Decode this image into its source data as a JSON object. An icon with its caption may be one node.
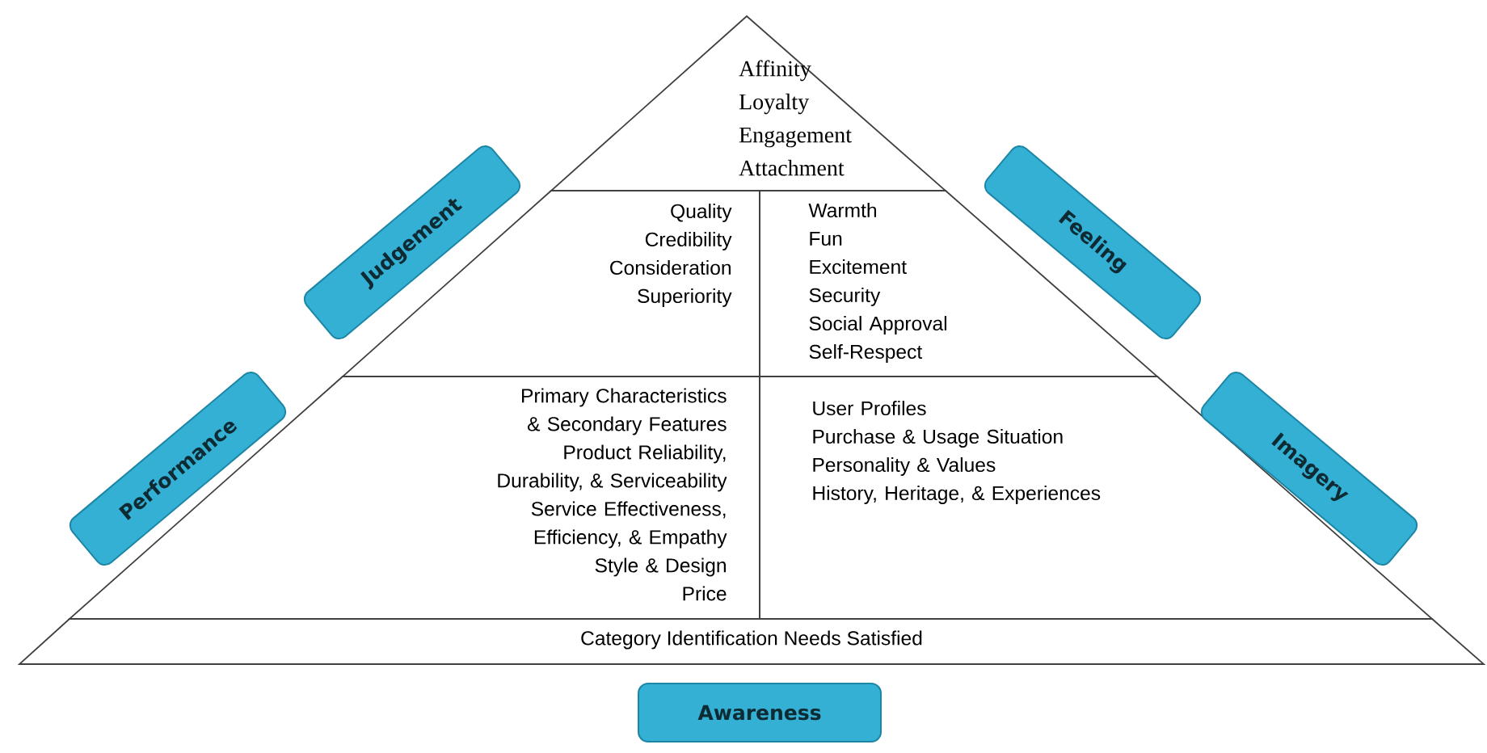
{
  "diagram": {
    "nodes": [
      {
        "text": [
          "Affinity",
          "Loyalty",
          "Engagement",
          "Attachment"
        ]
      },
      {
        "text": [
          "Quality",
          "Credibility",
          "Consideration",
          "Superiority"
        ]
      },
      {
        "text": [
          "Warmth",
          "Fun",
          "Excitement",
          "Security",
          "Social Approval",
          "Self-Respect"
        ]
      },
      {
        "text": [
          "Primary Characteristics & Secondary Features",
          "Product Reliability, Durability, & Serviceability",
          "Service Effectiveness, Efficiency, & Empathy",
          "Style & Design",
          "Price"
        ]
      },
      {
        "text": [
          "User Profiles",
          "Purchase & Usage Situation",
          "Personality & Values",
          "History, Heritage, & Experiences"
        ]
      },
      {
        "text": [
          "Category Identification Needs Satisfied"
        ]
      },
      {
        "text": [
          "Judgement"
        ]
      },
      {
        "text": [
          "Feeling"
        ]
      },
      {
        "text": [
          "Performance"
        ]
      },
      {
        "text": [
          "Imagery"
        ]
      },
      {
        "text": [
          "Awareness"
        ]
      }
    ]
  }
}
